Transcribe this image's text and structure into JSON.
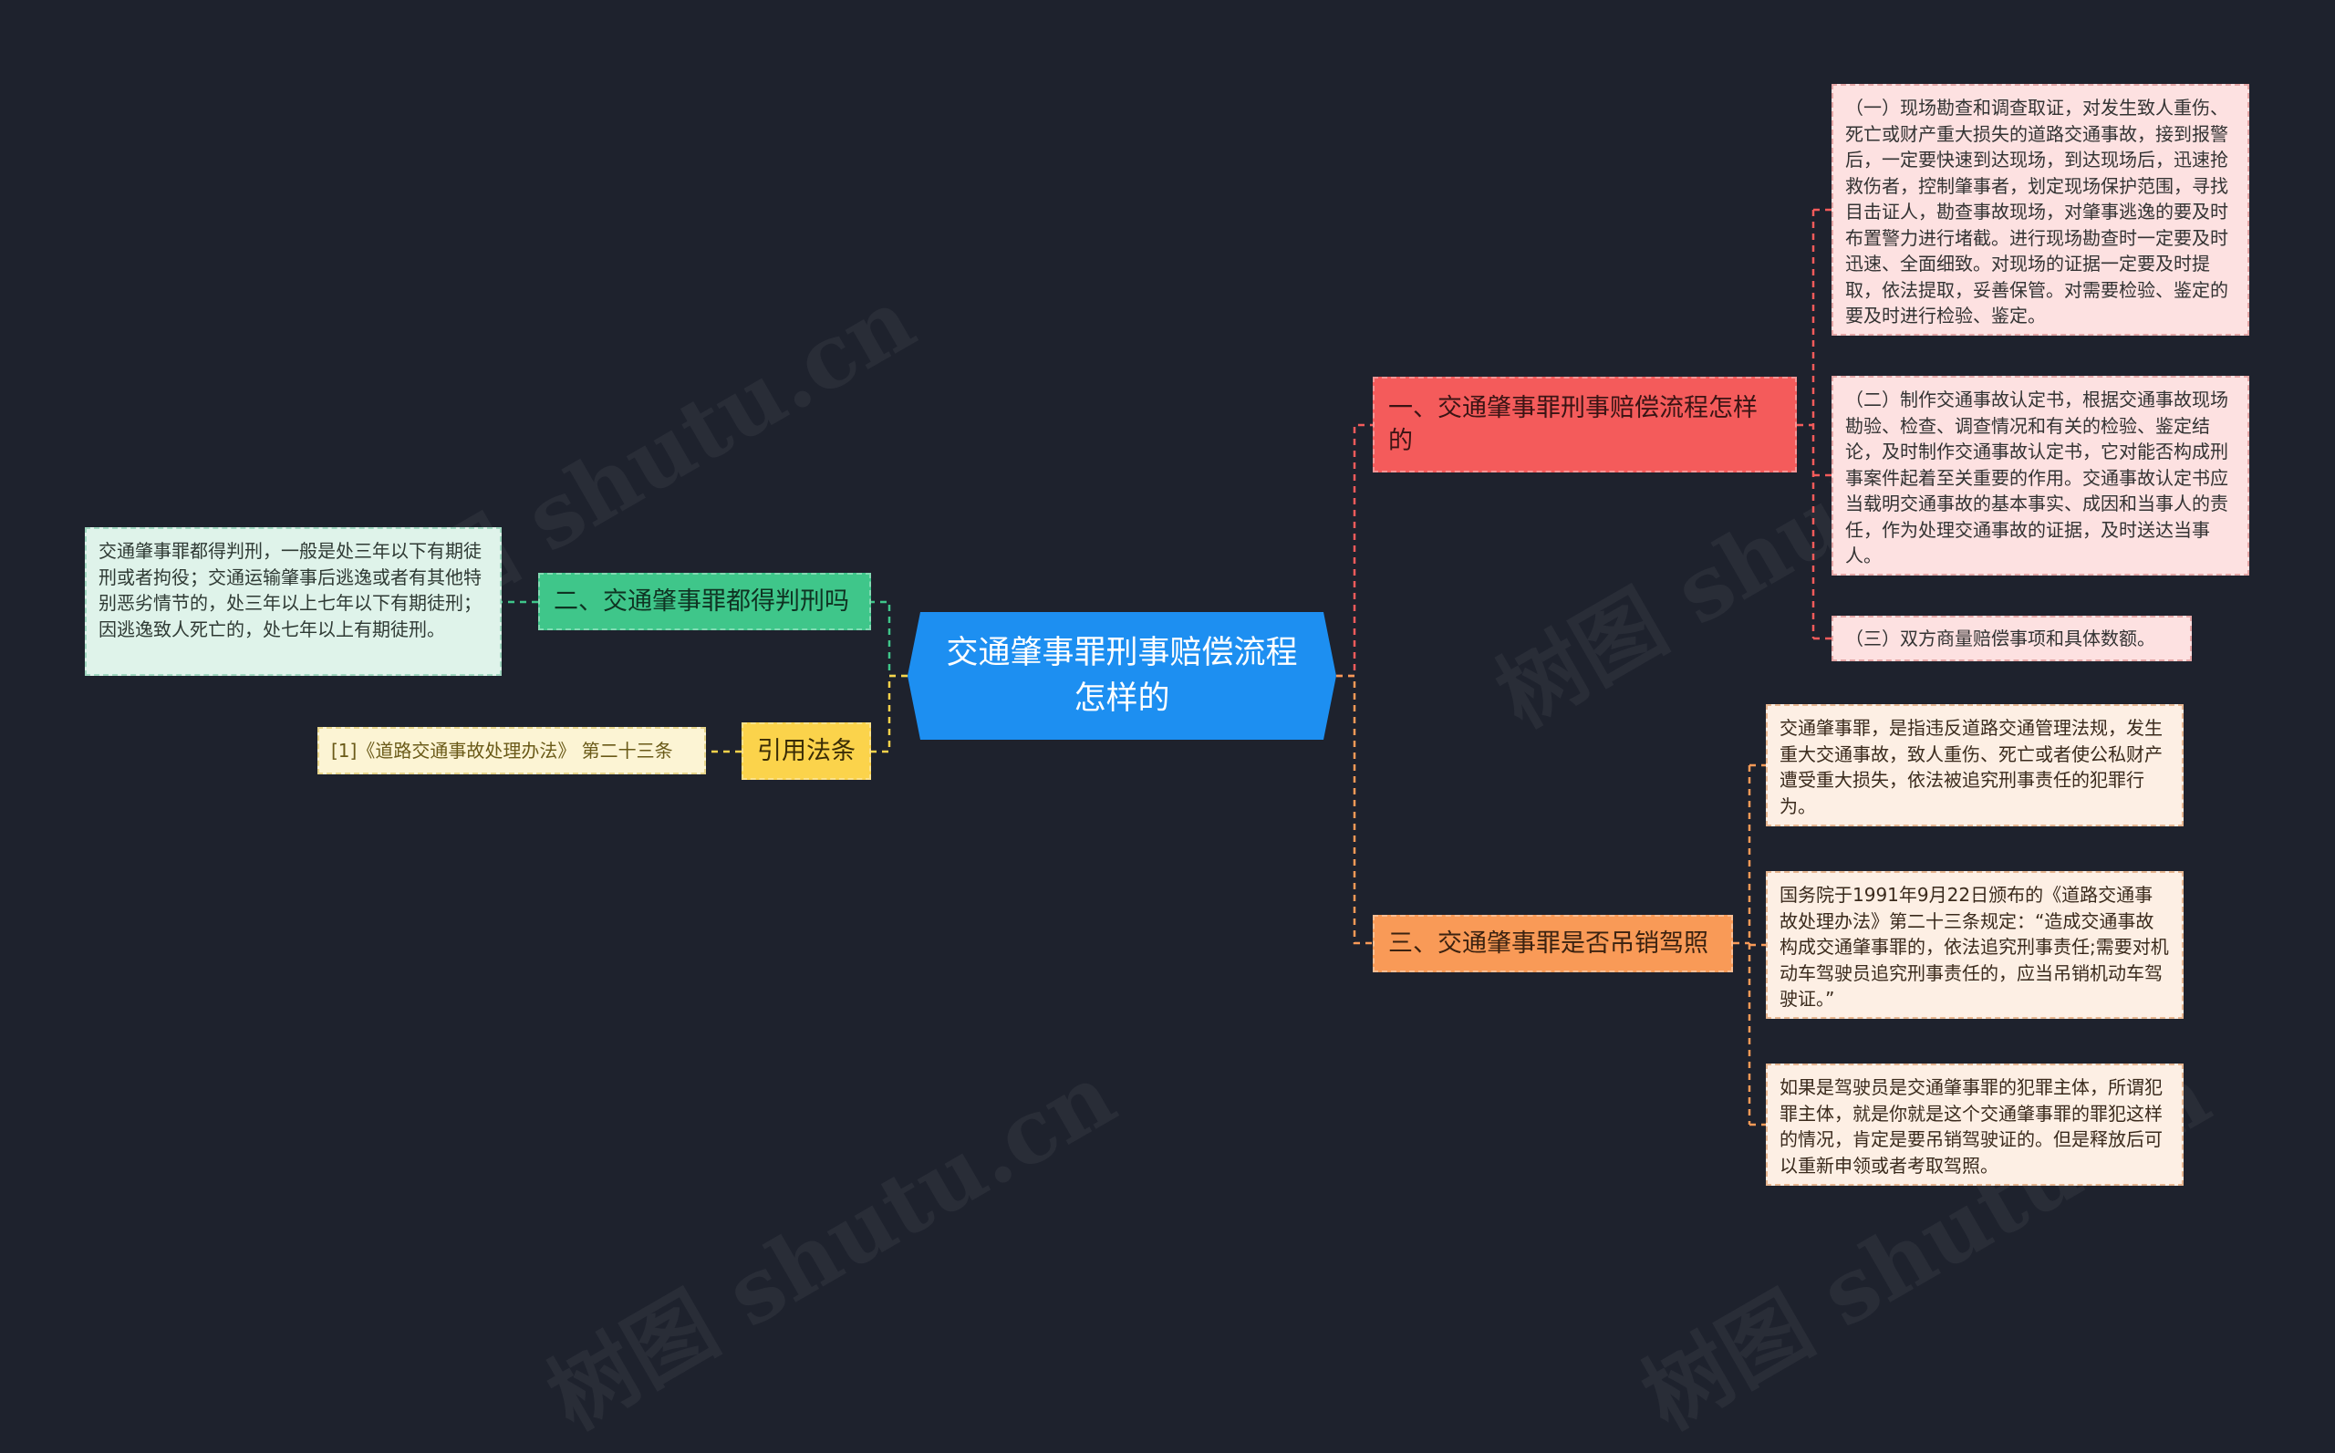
{
  "root": {
    "title": "交通肇事罪刑事赔偿流程怎样的",
    "color": "#1d8ff1"
  },
  "branches": {
    "flow": {
      "label": "一、交通肇事罪刑事赔偿流程怎样的",
      "color": "#f45b5b",
      "items": [
        "（一）现场勘查和调查取证，对发生致人重伤、死亡或财产重大损失的道路交通事故，接到报警后，一定要快速到达现场，到达现场后，迅速抢救伤者，控制肇事者，划定现场保护范围，寻找目击证人，勘查事故现场，对肇事逃逸的要及时布置警力进行堵截。进行现场勘查时一定要及时迅速、全面细致。对现场的证据一定要及时提取，依法提取，妥善保管。对需要检验、鉴定的要及时进行检验、鉴定。",
        "（二）制作交通事故认定书，根据交通事故现场勘验、检查、调查情况和有关的检验、鉴定结论，及时制作交通事故认定书，它对能否构成刑事案件起着至关重要的作用。交通事故认定书应当载明交通事故的基本事实、成因和当事人的责任，作为处理交通事故的证据，及时送达当事人。",
        "（三）双方商量赔偿事项和具体数额。"
      ]
    },
    "license": {
      "label": "三、交通肇事罪是否吊销驾照",
      "color": "#f99a57",
      "items": [
        "交通肇事罪，是指违反道路交通管理法规，发生重大交通事故，致人重伤、死亡或者使公私财产遭受重大损失，依法被追究刑事责任的犯罪行为。",
        "国务院于1991年9月22日颁布的《道路交通事故处理办法》第二十三条规定：“造成交通事故构成交通肇事罪的，依法追究刑事责任;需要对机动车驾驶员追究刑事责任的，应当吊销机动车驾驶证。”",
        "如果是驾驶员是交通肇事罪的犯罪主体，所谓犯罪主体，就是你就是这个交通肇事罪的罪犯这样的情况，肯定是要吊销驾驶证的。但是释放后可以重新申领或者考取驾照。"
      ]
    },
    "sentence": {
      "label": "二、交通肇事罪都得判刑吗",
      "color": "#3fc68a",
      "items": [
        "交通肇事罪都得判刑，一般是处三年以下有期徒刑或者拘役；交通运输肇事后逃逸或者有其他特别恶劣情节的，处三年以上七年以下有期徒刑；因逃逸致人死亡的，处七年以上有期徒刑。"
      ]
    },
    "law": {
      "label": "引用法条",
      "color": "#fbd34b",
      "items": [
        "[1]《道路交通事故处理办法》 第二十三条"
      ]
    }
  },
  "watermark": "树图 shutu.cn",
  "link_colors": {
    "flow": "#f45b5b",
    "license": "#f99a57",
    "sentence": "#3fc68a",
    "law": "#fbd34b"
  }
}
